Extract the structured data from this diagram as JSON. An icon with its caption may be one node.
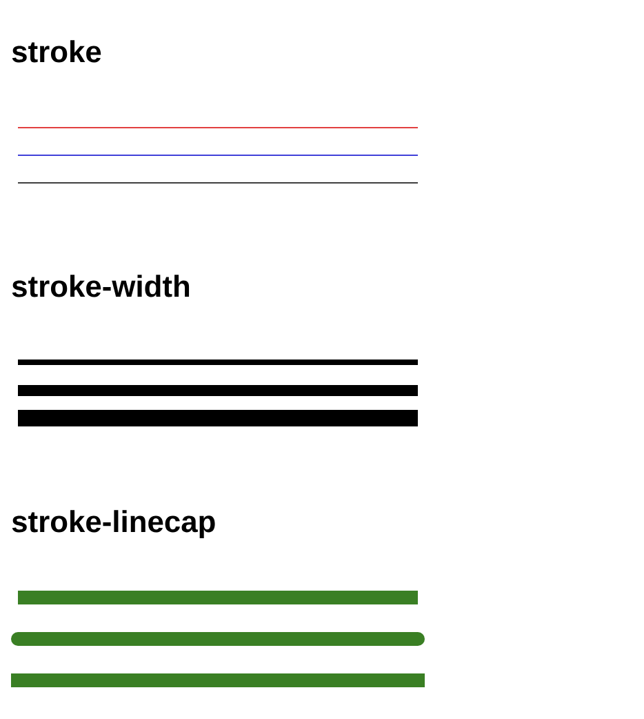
{
  "diagram": {
    "labels": [
      "stroke",
      "stroke-width",
      "stroke-linecap"
    ]
  }
}
